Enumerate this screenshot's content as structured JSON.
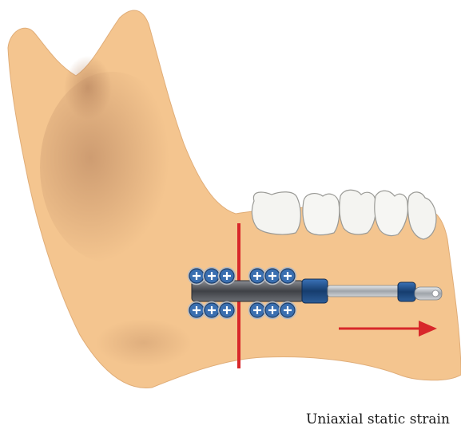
{
  "caption": "Uniaxial static strain",
  "colors": {
    "bone": "#f4c58f",
    "bone_shadow": "#c8916a",
    "tooth": "#f4f4f1",
    "tooth_outline": "#9a9a96",
    "osteotomy_line": "#d8272a",
    "strain_arrow": "#d8272a",
    "device_rod": "#4f5156",
    "device_metal": "#cfd3d8",
    "device_cap": "#1f4f88",
    "screw_blue": "#3a6fb0"
  },
  "icons": [
    "mandible-bone",
    "teeth-row",
    "osteotomy-line",
    "distraction-device",
    "screw-icon",
    "strain-direction-arrow"
  ]
}
